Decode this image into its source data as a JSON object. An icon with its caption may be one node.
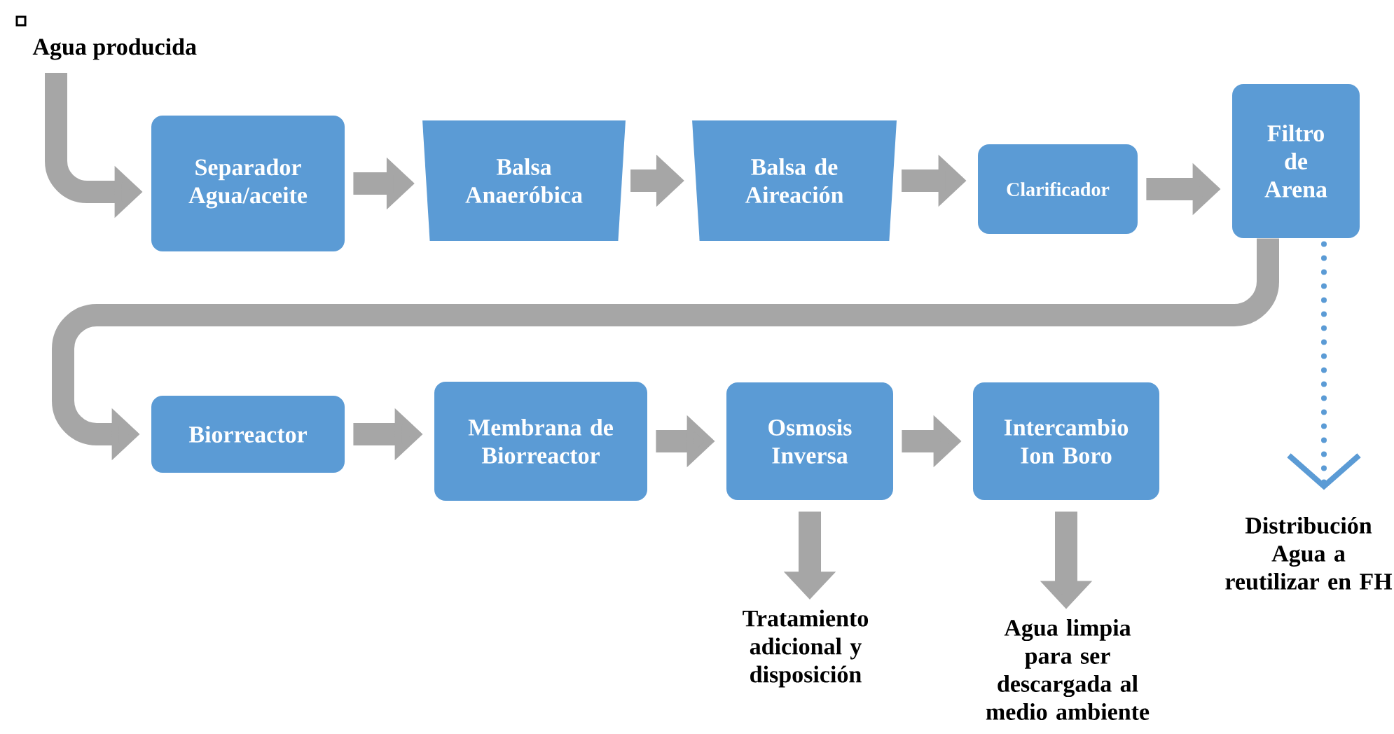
{
  "diagram": {
    "nodes": [
      {
        "text": [
          "Agua producida"
        ]
      },
      {
        "text": [
          "Separador Agua/aceite"
        ]
      },
      {
        "text": [
          "Balsa Anaeróbica"
        ]
      },
      {
        "text": [
          "Balsa de Aireación"
        ]
      },
      {
        "text": [
          "Clarificador"
        ]
      },
      {
        "text": [
          "Filtro de Arena"
        ]
      },
      {
        "text": [
          "Biorreactor"
        ]
      },
      {
        "text": [
          "Membrana de Biorreactor"
        ]
      },
      {
        "text": [
          "Osmosis Inversa"
        ]
      },
      {
        "text": [
          "Intercambio Ion Boro"
        ]
      },
      {
        "text": [
          "Tratamiento adicional y disposición"
        ]
      },
      {
        "text": [
          "Agua limpia para ser descargada al medio ambiente"
        ]
      },
      {
        "text": [
          "Distribución Agua a reutilizar en FH"
        ]
      }
    ],
    "edges": [
      {
        "from": 0,
        "to": 1,
        "arrow": "to"
      },
      {
        "from": 1,
        "to": 2,
        "arrow": "to"
      },
      {
        "from": 2,
        "to": 3,
        "arrow": "to"
      },
      {
        "from": 3,
        "to": 4,
        "arrow": "to"
      },
      {
        "from": 4,
        "to": 5,
        "arrow": "to"
      },
      {
        "from": 5,
        "to": 6,
        "arrow": "to"
      },
      {
        "from": 6,
        "to": 7,
        "arrow": "to"
      },
      {
        "from": 7,
        "to": 8,
        "arrow": "to"
      },
      {
        "from": 8,
        "to": 9,
        "arrow": "to"
      },
      {
        "from": 8,
        "to": 10,
        "arrow": "to"
      },
      {
        "from": 9,
        "to": 11,
        "arrow": "to"
      },
      {
        "from": 5,
        "to": 12,
        "arrow": "to",
        "style": "dashed",
        "color": "#5b9bd5"
      }
    ]
  }
}
